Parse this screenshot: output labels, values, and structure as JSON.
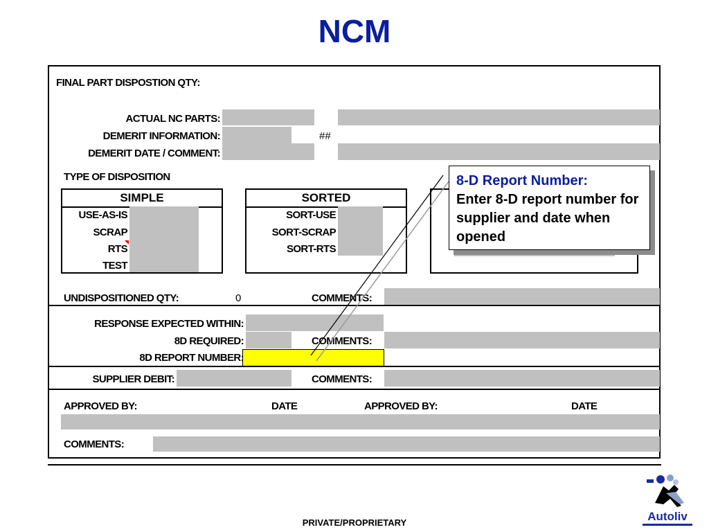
{
  "title": "NCM",
  "final_part_disposition_label": "FINAL PART DISPOSTION QTY:",
  "actual_nc_parts_label": "ACTUAL NC PARTS:",
  "demerit_information_label": "DEMERIT INFORMATION:",
  "demerit_information_value": "##",
  "demerit_date_comment_label": "DEMERIT DATE / COMMENT:",
  "type_of_disposition_label": "TYPE OF DISPOSITION",
  "simple": {
    "header": "SIMPLE",
    "items": [
      "USE-AS-IS",
      "SCRAP",
      "RTS",
      "TEST"
    ]
  },
  "sorted": {
    "header": "SORTED",
    "items": [
      "SORT-USE",
      "SORT-SCRAP",
      "SORT-RTS"
    ]
  },
  "undispositioned_qty_label": "UNDISPOSITIONED QTY:",
  "undispositioned_qty_value": "0",
  "comments_label": "COMMENTS:",
  "response_expected_within_label": "RESPONSE EXPECTED WITHIN:",
  "8d_required_label": "8D REQUIRED:",
  "8d_report_number_label": "8D REPORT NUMBER:",
  "supplier_debit_label": "SUPPLIER DEBIT:",
  "approved_by_label": "APPROVED BY:",
  "date_label": "DATE",
  "callout": {
    "title": "8-D Report Number:",
    "body": "Enter 8-D report number for supplier and date when opened"
  },
  "footer": "PRIVATE/PROPRIETARY",
  "logo_text": "Autoliv",
  "colors": {
    "title_blue": "#0a1ea0",
    "field_gray": "#c0c0c0",
    "highlight_yellow": "#ffff00"
  }
}
